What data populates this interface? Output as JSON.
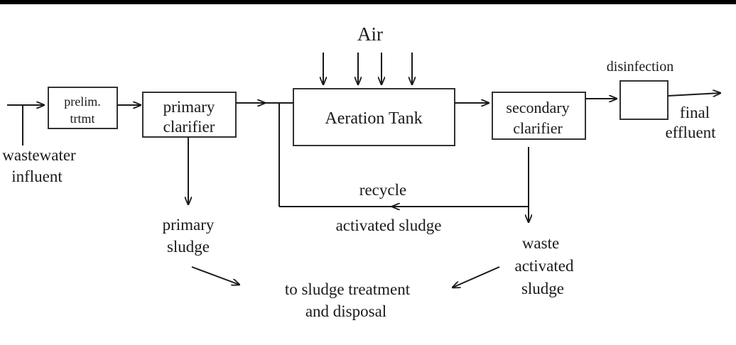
{
  "diagram": {
    "air_label": "Air",
    "prelim": [
      "prelim.",
      "trtmt"
    ],
    "primary_clarifier": [
      "primary",
      "clarifier"
    ],
    "aeration_tank": "Aeration Tank",
    "secondary_clarifier": [
      "secondary",
      "clarifier"
    ],
    "disinfection": "disinfection",
    "final_effluent": [
      "final",
      "effluent"
    ],
    "wastewater_influent": [
      "wastewater",
      "influent"
    ],
    "recycle": [
      "recycle",
      "activated sludge"
    ],
    "primary_sludge": [
      "primary",
      "sludge"
    ],
    "waste_activated_sludge": [
      "waste",
      "activated",
      "sludge"
    ],
    "sludge_treatment": [
      "to sludge treatment",
      "and disposal"
    ]
  },
  "colors": {
    "ink": "#1a1a1a",
    "frame": "#000000",
    "background": "#ffffff"
  }
}
